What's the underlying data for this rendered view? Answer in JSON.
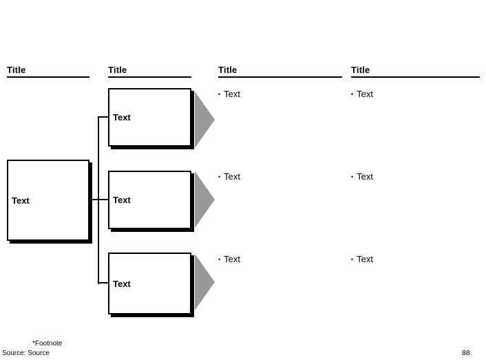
{
  "slide": {
    "columns": [
      {
        "title": "Title"
      },
      {
        "title": "Title"
      },
      {
        "title": "Title"
      },
      {
        "title": "Title"
      }
    ],
    "left_box": {
      "label": "Text"
    },
    "process_boxes": [
      {
        "label": "Text"
      },
      {
        "label": "Text"
      },
      {
        "label": "Text"
      }
    ],
    "detail_columns": [
      {
        "bullets": [
          "Text",
          "Text",
          "Text"
        ]
      },
      {
        "bullets": [
          "Text",
          "Text",
          "Text"
        ]
      }
    ],
    "bullet_char": "•",
    "footer": {
      "footnote": "*Footnote",
      "source": "Source: Source",
      "page_number": "88"
    },
    "colors": {
      "arrow": "#999999",
      "line": "#000000",
      "background": "#ffffff"
    }
  }
}
